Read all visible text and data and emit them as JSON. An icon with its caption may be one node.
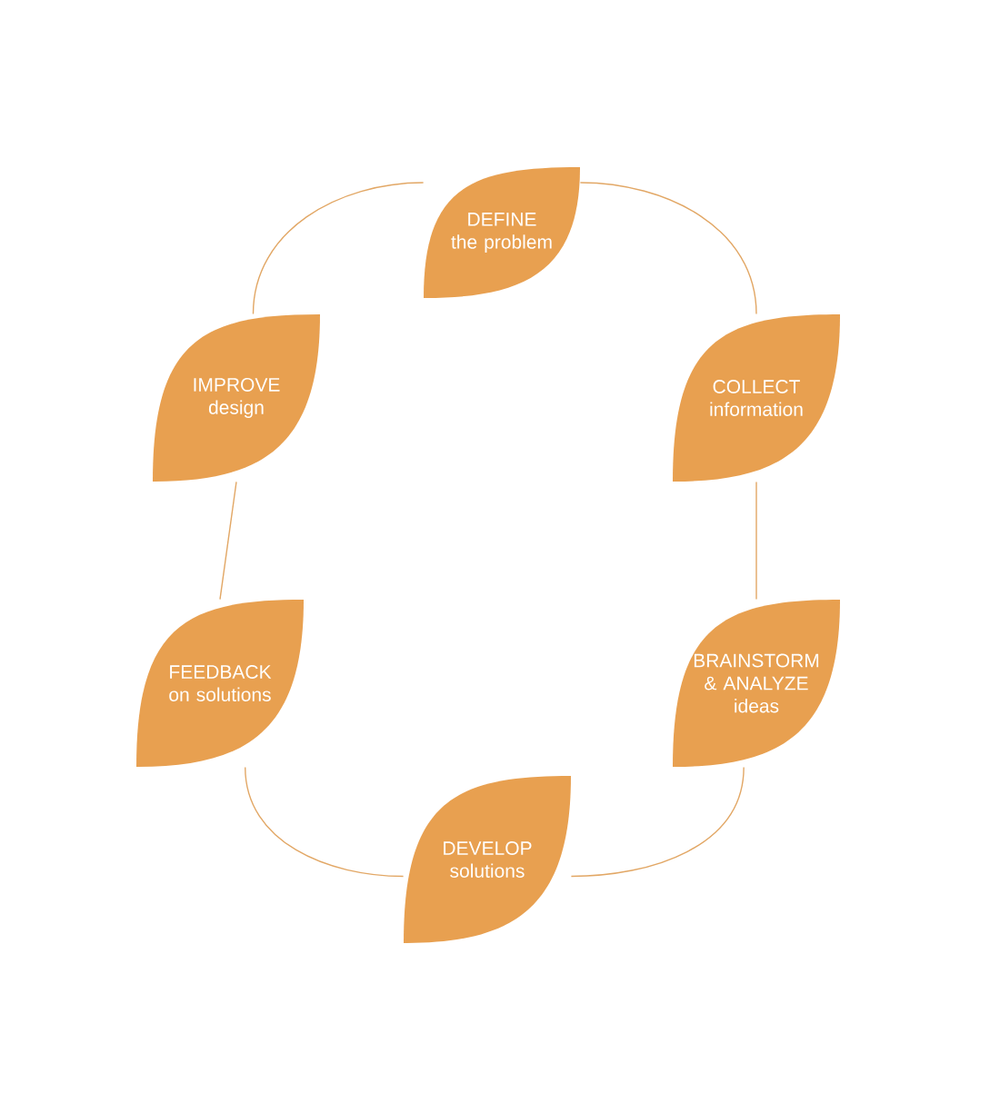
{
  "diagram": {
    "nodes": [
      {
        "text": [
          "DEFINE",
          "the problem"
        ]
      },
      {
        "text": [
          "COLLECT",
          "information"
        ]
      },
      {
        "text": [
          "BRAINSTORM & ANALYZE",
          "ideas"
        ]
      },
      {
        "text": [
          "DEVELOP",
          "solutions"
        ]
      },
      {
        "text": [
          "FEEDBACK",
          "on solutions"
        ]
      },
      {
        "text": [
          "IMPROVE",
          "design"
        ]
      }
    ],
    "edges": [
      {
        "from": 0,
        "to": 1,
        "arrow": "none"
      },
      {
        "from": 1,
        "to": 2,
        "arrow": "none"
      },
      {
        "from": 2,
        "to": 3,
        "arrow": "none"
      },
      {
        "from": 3,
        "to": 4,
        "arrow": "none"
      },
      {
        "from": 4,
        "to": 5,
        "arrow": "none"
      },
      {
        "from": 5,
        "to": 0,
        "arrow": "none"
      }
    ]
  }
}
